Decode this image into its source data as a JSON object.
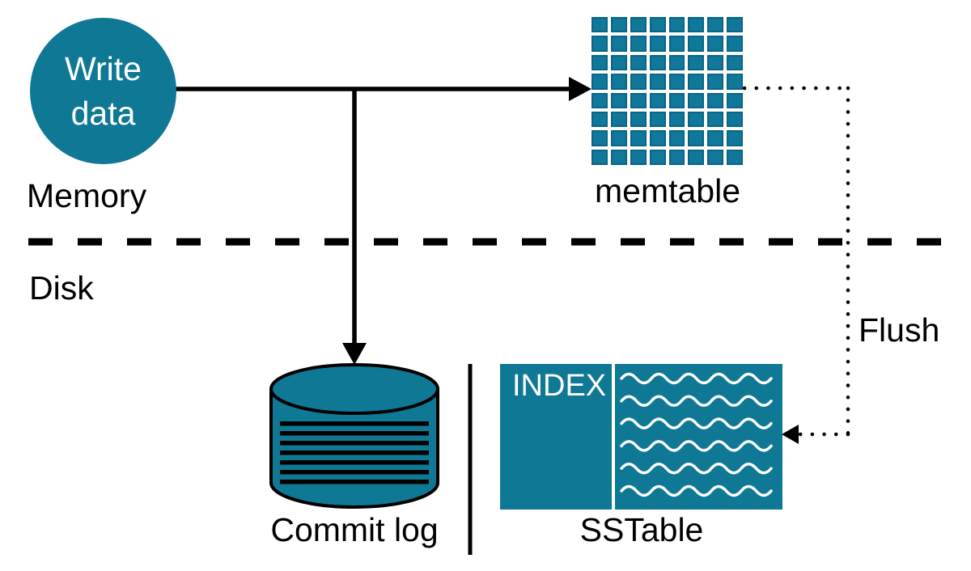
{
  "labels": {
    "write_data_line1": "Write",
    "write_data_line2": "data",
    "memory": "Memory",
    "disk": "Disk",
    "memtable": "memtable",
    "flush": "Flush",
    "commit_log": "Commit log",
    "index": "INDEX",
    "sstable": "SSTable"
  },
  "colors": {
    "teal": "#0e7895",
    "grid_cell": "#10789a",
    "grid_cell_border": "#0a6484",
    "line": "#000000",
    "text": "#000000",
    "wave": "#ffffff"
  },
  "memtable_grid": {
    "rows": 8,
    "cols": 8
  },
  "commit_log": {
    "stripe_count": 7
  },
  "sstable": {
    "wave_count": 6
  }
}
